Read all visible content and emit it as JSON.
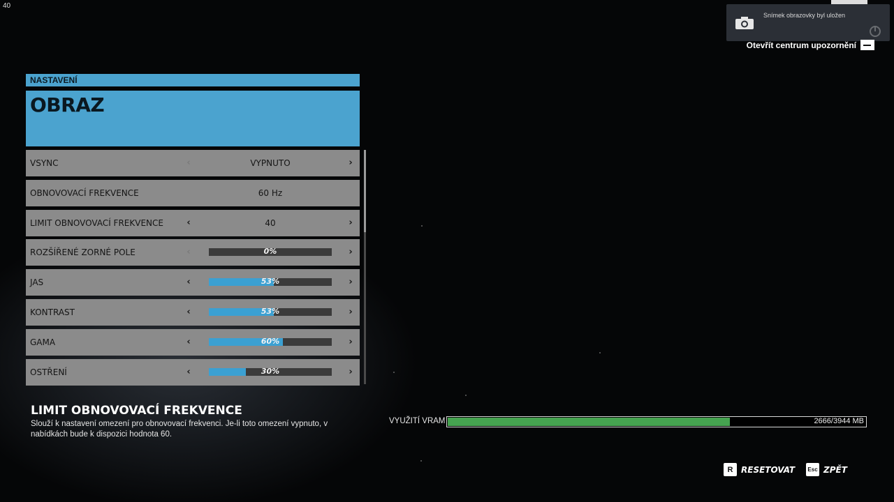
{
  "overlay": {
    "fps": "40"
  },
  "notification": {
    "message": "Snímek obrazovky byl uložen",
    "open_center": "Otevřít centrum upozornění"
  },
  "panel": {
    "section": "NASTAVENÍ",
    "title": "OBRAZ",
    "rows": [
      {
        "label": "VSYNC",
        "value": "VYPNUTO",
        "left_enabled": false,
        "right_enabled": true
      },
      {
        "label": "OBNOVOVACÍ FREKVENCE",
        "value": "60 Hz"
      },
      {
        "label": "LIMIT OBNOVOVACÍ FREKVENCE",
        "value": "40",
        "left_enabled": true,
        "right_enabled": true
      },
      {
        "label": "ROZŠÍŘENÉ ZORNÉ POLE",
        "percent": 0,
        "percent_text": "0%",
        "left_enabled": false,
        "right_enabled": true
      },
      {
        "label": "JAS",
        "percent": 53,
        "percent_text": "53%",
        "left_enabled": true,
        "right_enabled": true
      },
      {
        "label": "KONTRAST",
        "percent": 53,
        "percent_text": "53%",
        "left_enabled": true,
        "right_enabled": true
      },
      {
        "label": "GAMA",
        "percent": 60,
        "percent_text": "60%",
        "left_enabled": true,
        "right_enabled": true
      },
      {
        "label": "OSTŘENÍ",
        "percent": 30,
        "percent_text": "30%",
        "left_enabled": true,
        "right_enabled": true
      }
    ]
  },
  "description": {
    "title": "LIMIT OBNOVOVACÍ FREKVENCE",
    "text": "Slouží k nastavení omezení pro obnovovací frekvenci. Je-li toto omezení vypnuto, v nabídkách bude k dispozici hodnota 60."
  },
  "vram": {
    "label": "VYUŽITÍ VRAM",
    "used": 2666,
    "total": 3944,
    "text": "2666/3944 MB"
  },
  "buttons": {
    "reset_key": "R",
    "reset_label": "RESETOVAT",
    "back_key": "Esc",
    "back_label": "ZPĚT"
  },
  "colors": {
    "accent": "#4ba3cf",
    "slider_fill": "#3ba0d2",
    "vram_fill": "#46a350"
  }
}
